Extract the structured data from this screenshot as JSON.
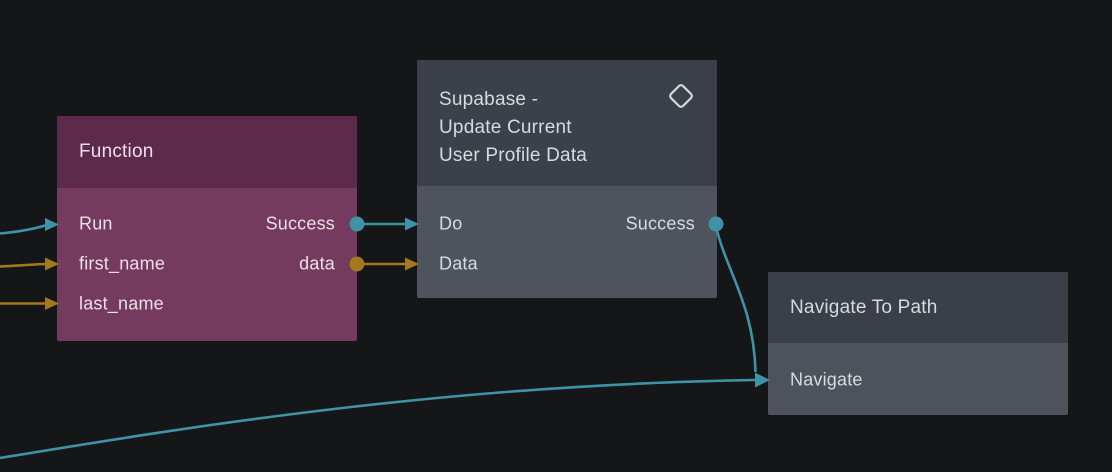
{
  "editor": {
    "background_color": "#151618",
    "wire_colors": {
      "signal": "#3f93a7",
      "data": "#a2791c"
    }
  },
  "nodes": {
    "function": {
      "title": "Function",
      "colors": {
        "header": "#5e2a4b",
        "body": "#753b5e",
        "text": "#ecdfe8"
      },
      "inputs": [
        {
          "label": "Run",
          "type": "signal"
        },
        {
          "label": "first_name",
          "type": "data"
        },
        {
          "label": "last_name",
          "type": "data"
        }
      ],
      "outputs": [
        {
          "label": "Success",
          "type": "signal"
        },
        {
          "label": "data",
          "type": "data"
        }
      ]
    },
    "supabase": {
      "title": "Supabase - Update Current User Profile Data",
      "title_lines": [
        "Supabase -",
        "Update Current",
        "User Profile Data"
      ],
      "icon": "diamond-icon",
      "colors": {
        "header": "#3c4049",
        "body": "#4e535d",
        "text": "#d7dade"
      },
      "inputs": [
        {
          "label": "Do",
          "type": "signal"
        },
        {
          "label": "Data",
          "type": "data"
        }
      ],
      "outputs": [
        {
          "label": "Success",
          "type": "signal"
        }
      ]
    },
    "navigate": {
      "title": "Navigate To Path",
      "colors": {
        "header": "#3b3f48",
        "body": "#4d525b",
        "text": "#d7dade"
      },
      "inputs": [
        {
          "label": "Navigate",
          "type": "signal"
        }
      ]
    }
  }
}
